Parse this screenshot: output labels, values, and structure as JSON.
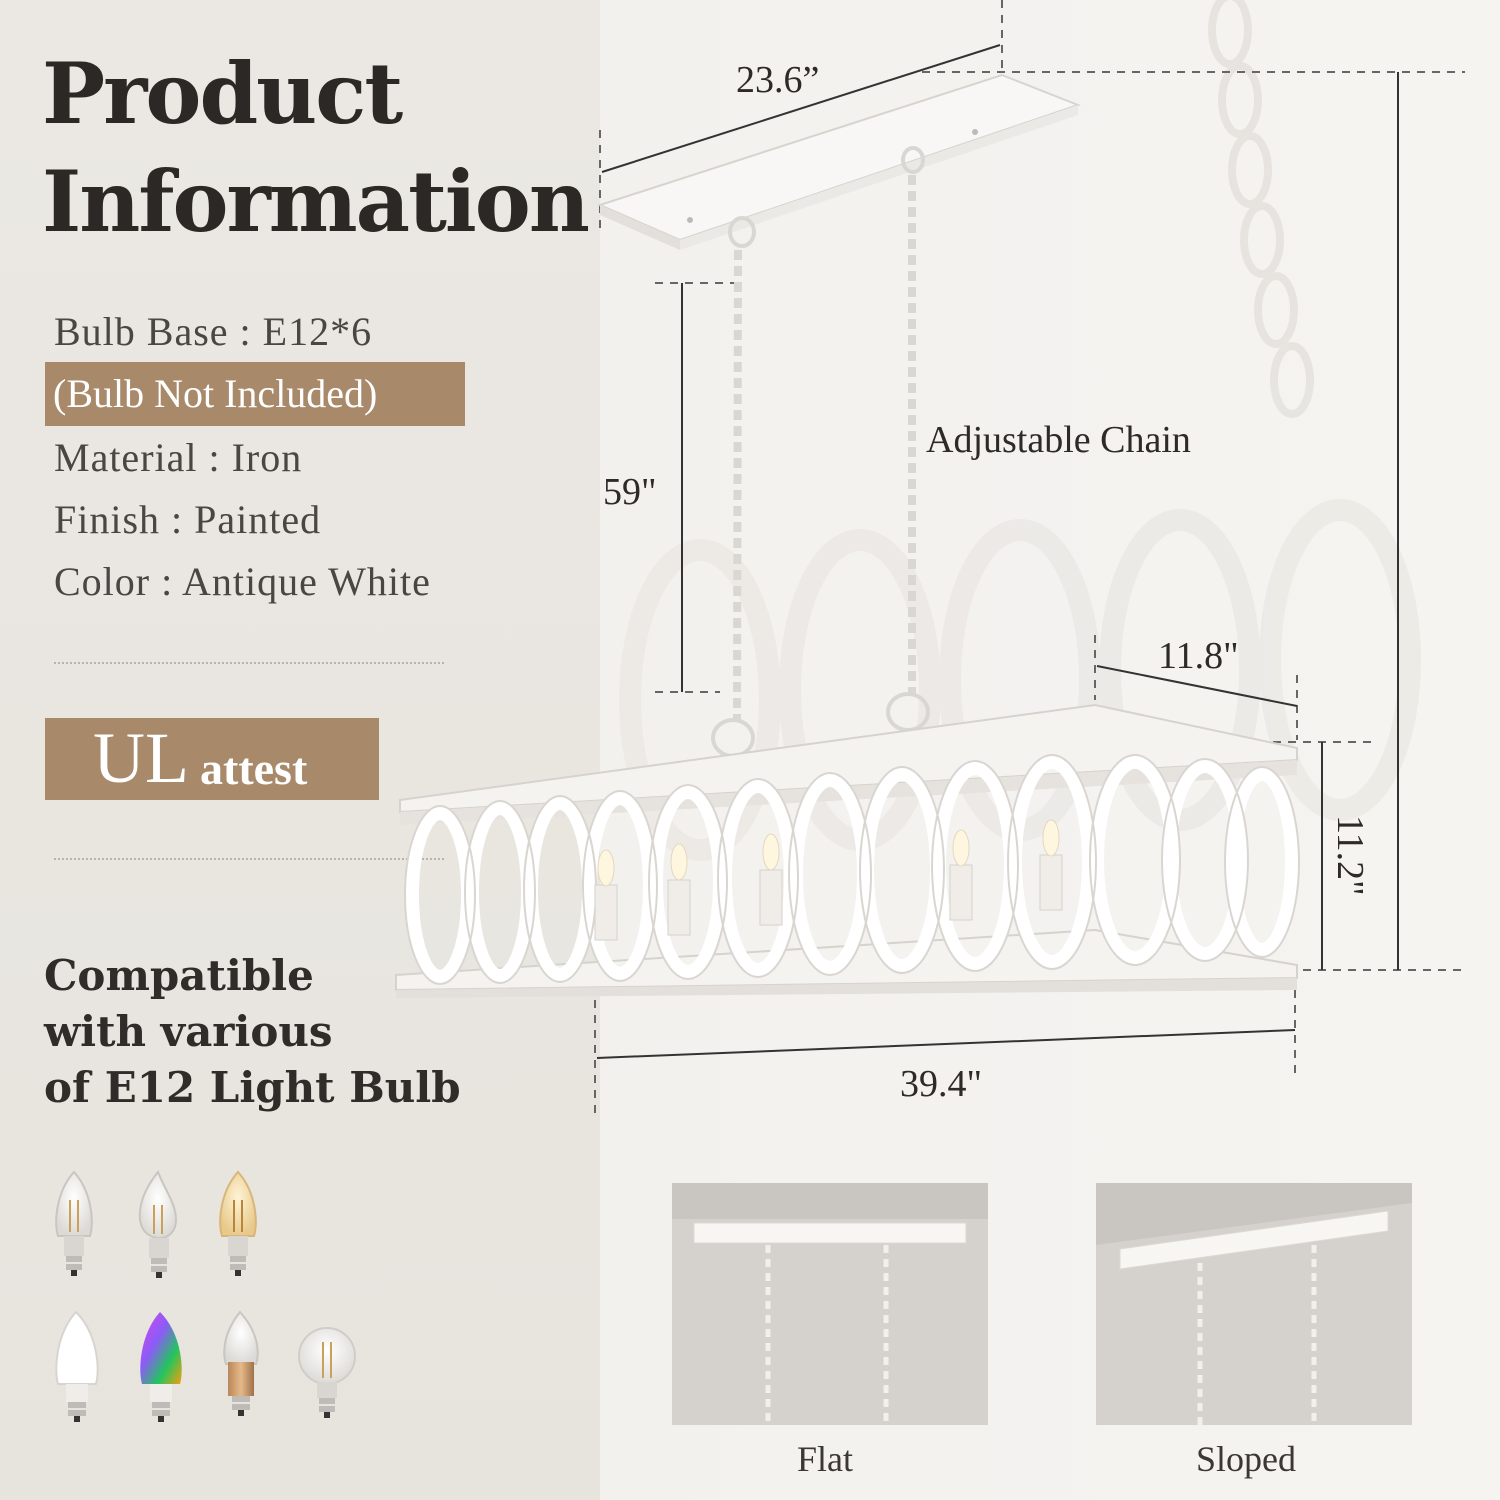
{
  "header": {
    "line1": "Product",
    "line2": "Information"
  },
  "specs": {
    "bulb_base": "Bulb Base : E12*6",
    "bulb_note": "(Bulb Not Included)",
    "material": "Material : Iron",
    "finish": "Finish : Painted",
    "color": "Color : Antique White"
  },
  "certification": {
    "ul": "UL",
    "attest": "attest"
  },
  "compatibility": {
    "line1": "Compatible",
    "line2": "with various",
    "line3": "of E12 Light Bulb"
  },
  "dimensions": {
    "canopy_length": "23.6”",
    "chain_length": "59\"",
    "chain_label": "Adjustable Chain",
    "body_depth": "11.8\"",
    "body_height": "11.2\"",
    "body_length": "39.4\""
  },
  "mounting": {
    "flat": "Flat",
    "sloped": "Sloped"
  },
  "colors": {
    "accent": "#a8896a",
    "finish": "#f7f5f2",
    "text": "#2b2825"
  }
}
